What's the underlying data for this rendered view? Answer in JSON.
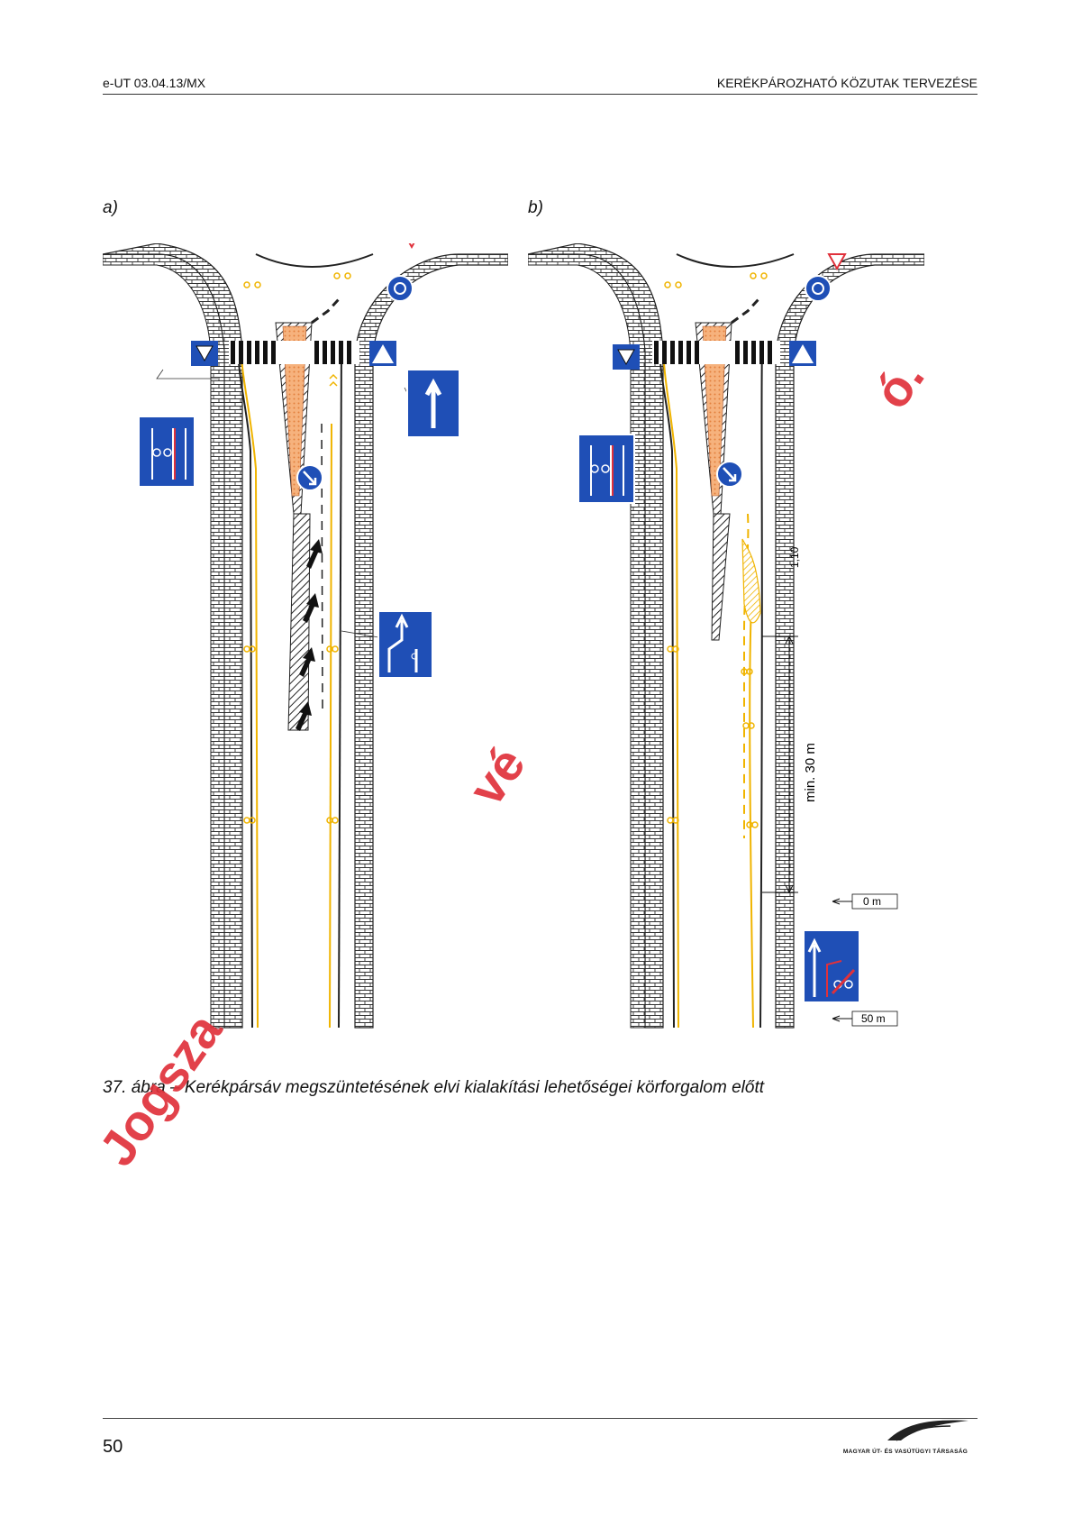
{
  "header": {
    "left": "e-UT 03.04.13/MX",
    "right": "KERÉKPÁROZHATÓ KÖZUTAK TERVEZÉSE"
  },
  "panels": {
    "a_label": "a)",
    "b_label": "b)"
  },
  "dimensions": {
    "gap": "1,10",
    "min_length": "min. 30 m",
    "zero": "0 m",
    "fifty": "50 m"
  },
  "caption": "37. ábra – Kerékpársáv megszüntetésének elvi kialakítási lehetőségei körforgalom előtt",
  "footer": {
    "page": "50",
    "logo_text": "MAGYAR ÚT- ÉS VASÚTÜGYI TÁRSASÁG"
  },
  "watermark": {
    "part1": "Jogsza",
    "part2": "vé",
    "part3": "ó."
  },
  "colors": {
    "sign_blue": "#1f4fb6",
    "marking_yellow": "#f0b400",
    "island_orange": "#f2a36a",
    "warning_red": "#e0313b"
  }
}
